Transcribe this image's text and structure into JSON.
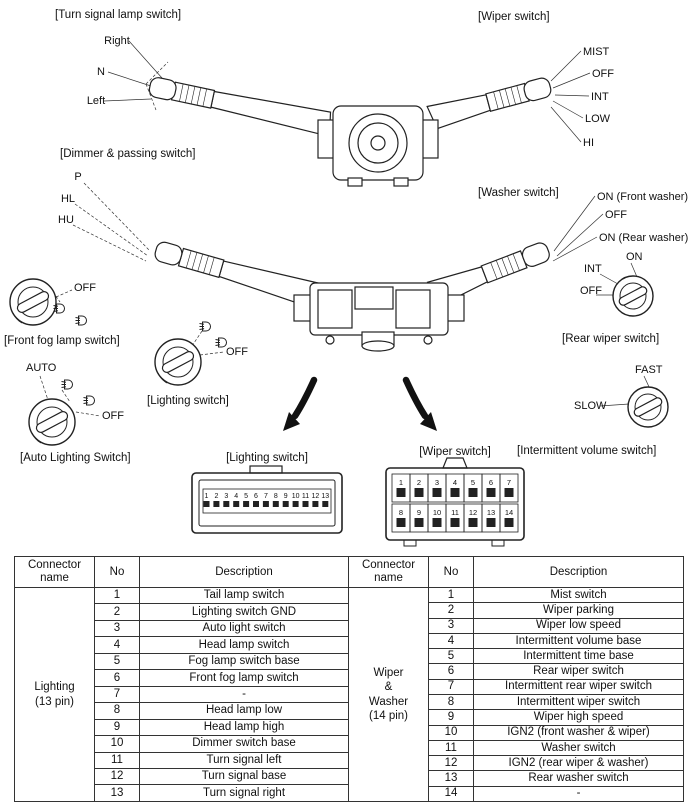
{
  "diagram": {
    "section_labels": {
      "turn_signal": "[Turn signal lamp switch]",
      "wiper": "[Wiper switch]",
      "dimmer_passing": "[Dimmer & passing switch]",
      "washer": "[Washer switch]",
      "rear_wiper": "[Rear wiper switch]",
      "front_fog": "[Front fog lamp switch]",
      "lighting": "[Lighting switch]",
      "auto_lighting": "[Auto Lighting Switch]",
      "intermittent_volume": "[Intermittent volume switch]",
      "lighting_connector": "[Lighting switch]",
      "wiper_connector": "[Wiper switch]"
    },
    "turn_signal_positions": [
      "Right",
      "N",
      "Left"
    ],
    "wiper_positions": [
      "MIST",
      "OFF",
      "INT",
      "LOW",
      "HI"
    ],
    "dimmer_positions": [
      "P",
      "HL",
      "HU"
    ],
    "washer_positions": [
      "ON (Front washer)",
      "OFF",
      "ON (Rear washer)"
    ],
    "rear_wiper_positions": [
      "ON",
      "INT",
      "OFF"
    ],
    "front_fog_positions": [
      "OFF"
    ],
    "lighting_positions": [
      "OFF"
    ],
    "auto_lighting_positions": [
      "AUTO",
      "OFF"
    ],
    "intermittent_volume_positions": [
      "FAST",
      "SLOW"
    ],
    "lighting_connector_pins": [
      "1",
      "2",
      "3",
      "4",
      "5",
      "6",
      "7",
      "8",
      "9",
      "10",
      "11",
      "12",
      "13"
    ],
    "wiper_connector_pins_row1": [
      "1",
      "2",
      "3",
      "4",
      "5",
      "6",
      "7"
    ],
    "wiper_connector_pins_row2": [
      "8",
      "9",
      "10",
      "11",
      "12",
      "13",
      "14"
    ]
  },
  "table": {
    "headers": {
      "connector": "Connector name",
      "no": "No",
      "description": "Description"
    },
    "lighting": {
      "name_lines": [
        "Lighting",
        "(13 pin)"
      ],
      "rows": [
        {
          "no": "1",
          "desc": "Tail lamp switch"
        },
        {
          "no": "2",
          "desc": "Lighting switch GND"
        },
        {
          "no": "3",
          "desc": "Auto light switch"
        },
        {
          "no": "4",
          "desc": "Head lamp switch"
        },
        {
          "no": "5",
          "desc": "Fog lamp switch base"
        },
        {
          "no": "6",
          "desc": "Front fog lamp switch"
        },
        {
          "no": "7",
          "desc": "-"
        },
        {
          "no": "8",
          "desc": "Head lamp low"
        },
        {
          "no": "9",
          "desc": "Head lamp high"
        },
        {
          "no": "10",
          "desc": "Dimmer switch base"
        },
        {
          "no": "11",
          "desc": "Turn signal left"
        },
        {
          "no": "12",
          "desc": "Turn signal base"
        },
        {
          "no": "13",
          "desc": "Turn signal right"
        }
      ]
    },
    "wiper_washer": {
      "name_lines": [
        "Wiper",
        "&",
        "Washer",
        "(14 pin)"
      ],
      "rows": [
        {
          "no": "1",
          "desc": "Mist switch"
        },
        {
          "no": "2",
          "desc": "Wiper parking"
        },
        {
          "no": "3",
          "desc": "Wiper low speed"
        },
        {
          "no": "4",
          "desc": "Intermittent volume base"
        },
        {
          "no": "5",
          "desc": "Intermittent time base"
        },
        {
          "no": "6",
          "desc": "Rear wiper switch"
        },
        {
          "no": "7",
          "desc": "Intermittent rear wiper switch"
        },
        {
          "no": "8",
          "desc": "Intermittent wiper switch"
        },
        {
          "no": "9",
          "desc": "Wiper high speed"
        },
        {
          "no": "10",
          "desc": "IGN2 (front washer & wiper)"
        },
        {
          "no": "11",
          "desc": "Washer switch"
        },
        {
          "no": "12",
          "desc": "IGN2 (rear wiper & washer)"
        },
        {
          "no": "13",
          "desc": "Rear washer switch"
        },
        {
          "no": "14",
          "desc": "-"
        }
      ]
    }
  }
}
